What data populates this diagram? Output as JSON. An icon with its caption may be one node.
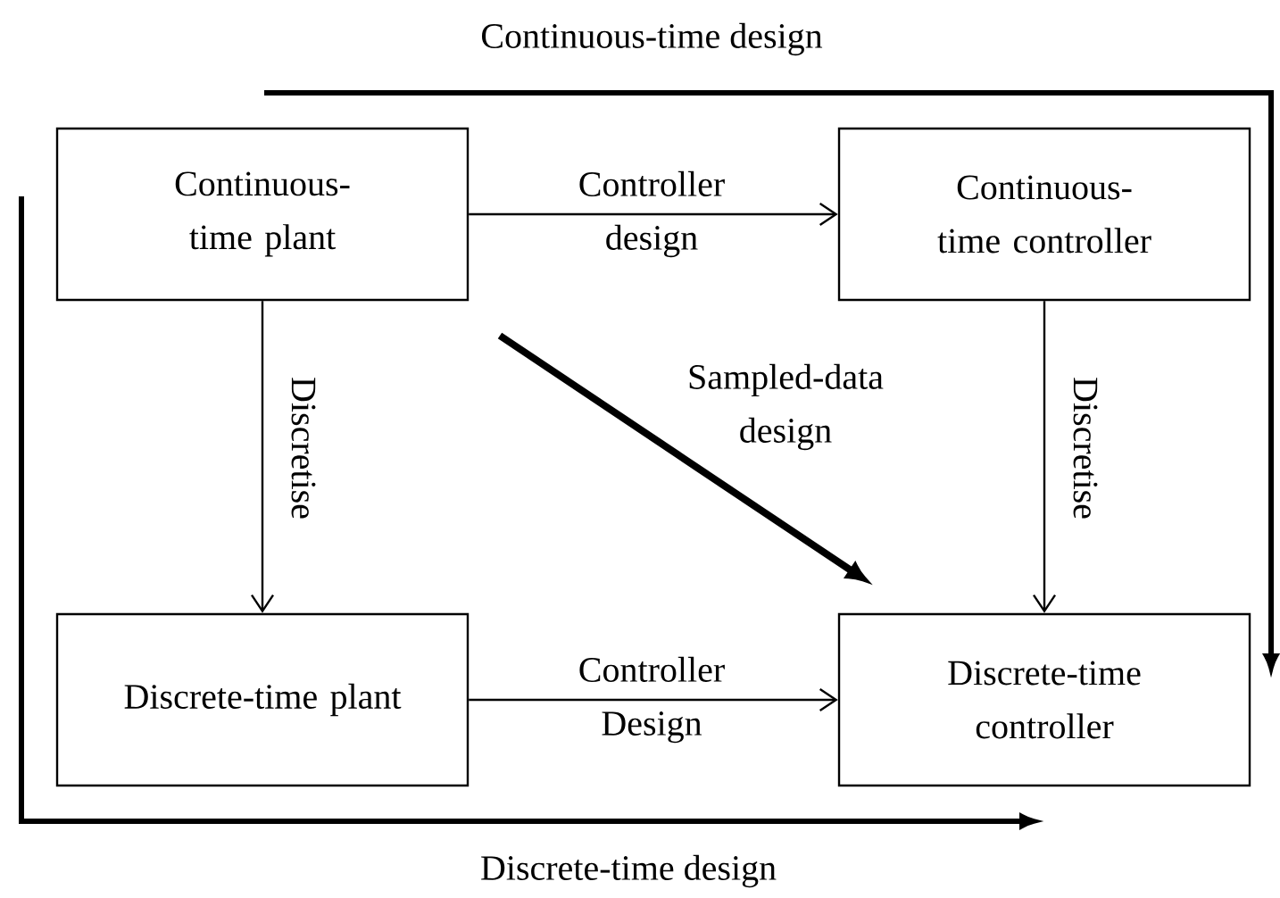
{
  "diagram": {
    "nodes": [
      {
        "text": [
          "Continuous-time plant"
        ]
      },
      {
        "text": [
          "Continuous-time controller"
        ]
      },
      {
        "text": [
          "Discrete-time plant"
        ]
      },
      {
        "text": [
          "Discrete-time controller"
        ]
      }
    ],
    "edges": [
      {
        "from": 0,
        "to": 1,
        "arrow": "to",
        "label": "Controller design"
      },
      {
        "from": 0,
        "to": 2,
        "arrow": "to",
        "label": "Discretise"
      },
      {
        "from": 1,
        "to": 3,
        "arrow": "to",
        "label": "Discretise"
      },
      {
        "from": 2,
        "to": 3,
        "arrow": "to",
        "label": "Controller Design"
      },
      {
        "from": null,
        "to": 3,
        "arrow": "to",
        "label": "Sampled-data design",
        "style": "thick"
      }
    ],
    "labels": [
      "Continuous-time design",
      "Discrete-time design"
    ]
  }
}
